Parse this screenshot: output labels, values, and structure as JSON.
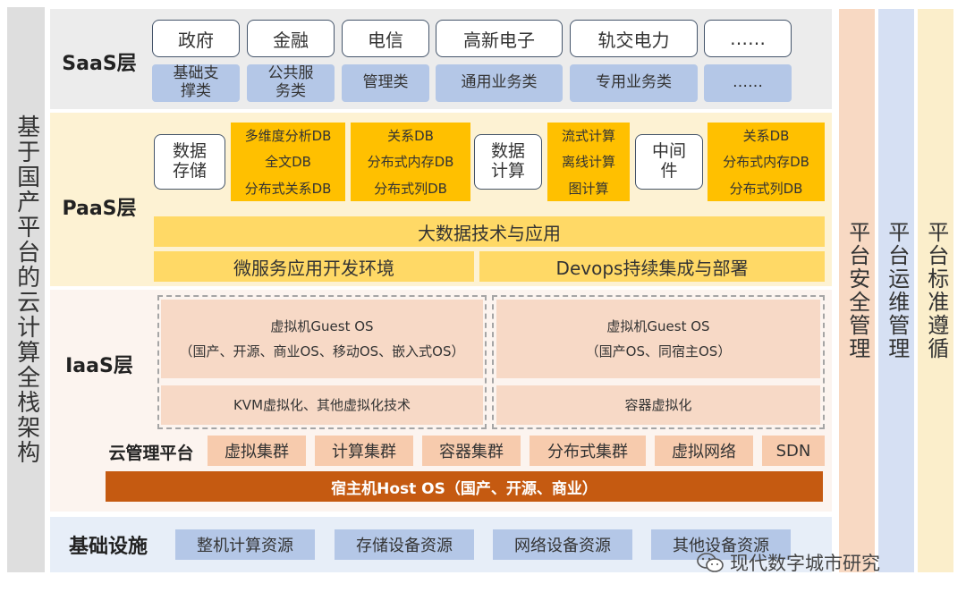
{
  "title": "基于国产平台的云计算全栈架构",
  "saas": {
    "label": "SaaS层",
    "industries": [
      "政府",
      "金融",
      "电信",
      "高新电子",
      "轨交电力",
      "……"
    ],
    "categories": [
      "基础支撑类",
      "公共服务类",
      "管理类",
      "通用业务类",
      "专用业务类",
      "……"
    ]
  },
  "paas": {
    "label": "PaaS层",
    "storage": "数据存储",
    "storage_dbs": [
      "多维度分析DB",
      "全文DB",
      "分布式关系DB"
    ],
    "storage_dbs2": [
      "关系DB",
      "分布式内存DB",
      "分布式列DB"
    ],
    "compute": "数据计算",
    "compute_items": [
      "流式计算",
      "离线计算",
      "图计算"
    ],
    "middleware": "中间件",
    "middleware_dbs": [
      "关系DB",
      "分布式内存DB",
      "分布式列DB"
    ],
    "bigdata": "大数据技术与应用",
    "microservice": "微服务应用开发环境",
    "devops": "Devops持续集成与部署"
  },
  "iaas": {
    "label": "IaaS层",
    "vm_left_title": "虚拟机Guest OS",
    "vm_left_desc": "（国产、开源、商业OS、移动OS、嵌入式OS）",
    "virt_left": "KVM虚拟化、其他虚拟化技术",
    "vm_right_title": "虚拟机Guest OS",
    "vm_right_desc": "（国产OS、同宿主OS）",
    "virt_right": "容器虚拟化",
    "cloud_mgmt": "云管理平台",
    "clusters": [
      "虚拟集群",
      "计算集群",
      "容器集群",
      "分布式集群",
      "虚拟网络",
      "SDN"
    ],
    "host_os": "宿主机Host OS（国产、开源、商业）"
  },
  "infra": {
    "label": "基础设施",
    "items": [
      "整机计算资源",
      "存储设备资源",
      "网络设备资源",
      "其他设备资源"
    ]
  },
  "right": {
    "security": "平台安全管理",
    "ops": "平台运维管理",
    "standard": "平台标准遵循"
  },
  "watermark": "现代数字城市研究",
  "colors": {
    "saas_bg": "#ececec",
    "paas_bg": "#fdf2d3",
    "iaas_bg": "#fcf4ef",
    "infra_bg": "#e7eef8",
    "blue_box": "#b4c7e7",
    "gold_box": "#ffc000",
    "light_gold": "#ffd966",
    "peach_box": "#f7cbad",
    "host_bar": "#c55a11"
  }
}
